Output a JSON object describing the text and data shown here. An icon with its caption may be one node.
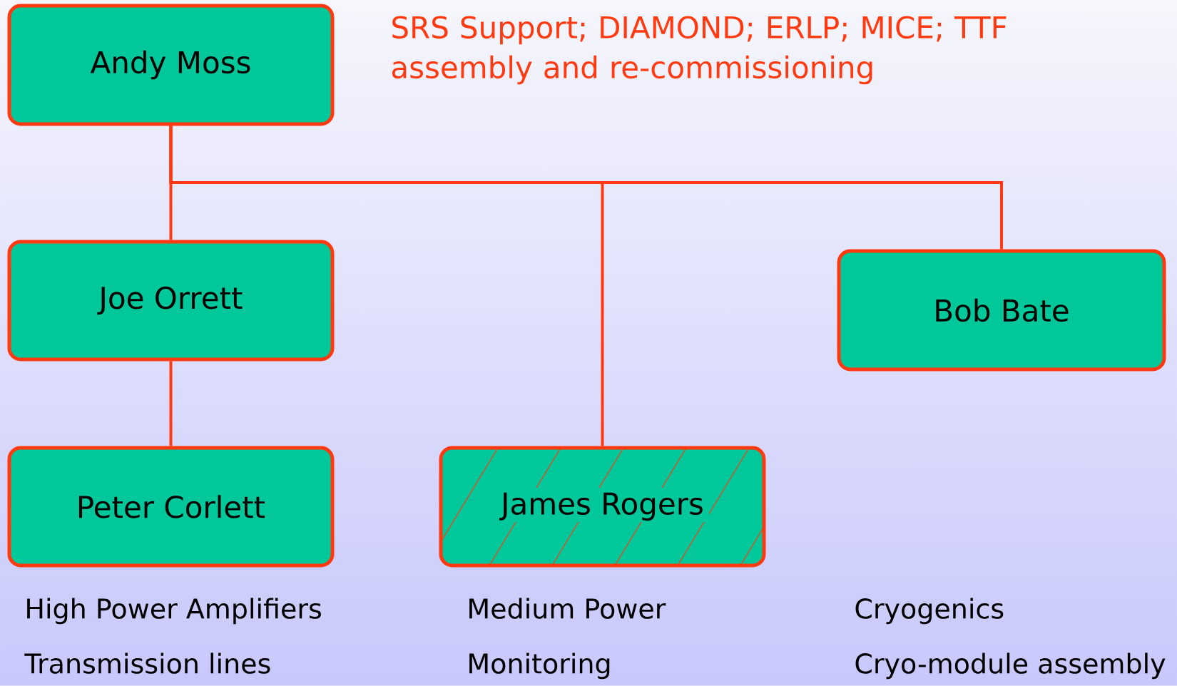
{
  "diagram": {
    "nodes": [
      {
        "text": [
          "Andy Moss"
        ]
      },
      {
        "text": [
          "Joe Orrett"
        ]
      },
      {
        "text": [
          "Bob Bate"
        ]
      },
      {
        "text": [
          "Peter Corlett"
        ]
      },
      {
        "text": [
          "James Rogers"
        ]
      }
    ],
    "edges": [
      {
        "from": 0,
        "to": 1,
        "arrow": "none"
      },
      {
        "from": 0,
        "to": 4,
        "arrow": "none"
      },
      {
        "from": 0,
        "to": 2,
        "arrow": "none"
      },
      {
        "from": 1,
        "to": 3,
        "arrow": "none"
      }
    ],
    "labels": [
      "SRS Support; DIAMOND; ERLP; MICE; TTF assembly and re-commissioning",
      "High Power Amplifiers",
      "Medium Power",
      "Cryogenics",
      "Transmission lines",
      "Monitoring",
      "Cryo-module assembly"
    ]
  }
}
